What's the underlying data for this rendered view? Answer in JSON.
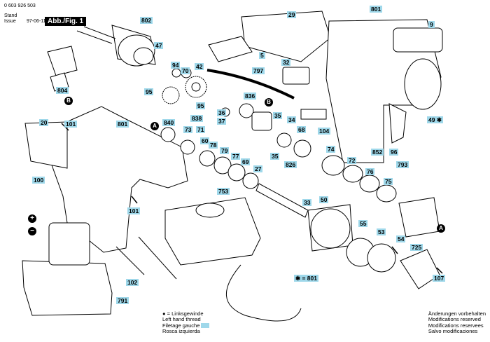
{
  "header": {
    "part_number": "0 603 926 503",
    "stand_label": "Stand",
    "issue_label": "Issue",
    "date": "97-06-11",
    "figure_label": "Abb./Fig. 1"
  },
  "callouts": {
    "c802": "802",
    "c47": "47",
    "c29": "29",
    "c801a": "801",
    "c9": "9",
    "c5": "5",
    "c94": "94",
    "c70": "70",
    "c42": "42",
    "c32": "32",
    "c797": "797",
    "c95a": "95",
    "c804": "804",
    "c95b": "95",
    "c836": "836",
    "c838": "838",
    "c36": "36",
    "c37": "37",
    "c35a": "35",
    "c34": "34",
    "c104": "104",
    "c68": "68",
    "c49": "49 ✱",
    "c101a": "101",
    "c801b": "801",
    "c20": "20",
    "c840": "840",
    "c73": "73",
    "c71": "71",
    "c60": "60",
    "c78": "78",
    "c79": "79",
    "c77": "77",
    "c69": "69",
    "c27": "27",
    "c35b": "35",
    "c74": "74",
    "c72": "72",
    "c852": "852",
    "c96": "96",
    "c793": "793",
    "c76": "76",
    "c75": "75",
    "c826": "826",
    "c100": "100",
    "c753": "753",
    "c33": "33",
    "c50": "50",
    "c101b": "101",
    "c55": "55",
    "c53": "53",
    "c54": "54",
    "c725": "725",
    "c801c": "✱ = 801",
    "c107": "107",
    "c102": "102",
    "c791": "791"
  },
  "markers": {
    "a1": "A",
    "a2": "A",
    "b1": "B",
    "b2": "B"
  },
  "legend": {
    "line1": "● = Linksgewinde",
    "line2": "Left hand thread",
    "line3": "Filetage gauche",
    "line4": "Rosca izquierda"
  },
  "notice": {
    "line1": "Änderungen vorbehalten",
    "line2": "Modifications reserved",
    "line3": "Modifications reservees",
    "line4": "Salvo modificaciones"
  },
  "colors": {
    "label_bg": "#9fd8ea",
    "line": "#000000",
    "fill": "#ffffff"
  }
}
